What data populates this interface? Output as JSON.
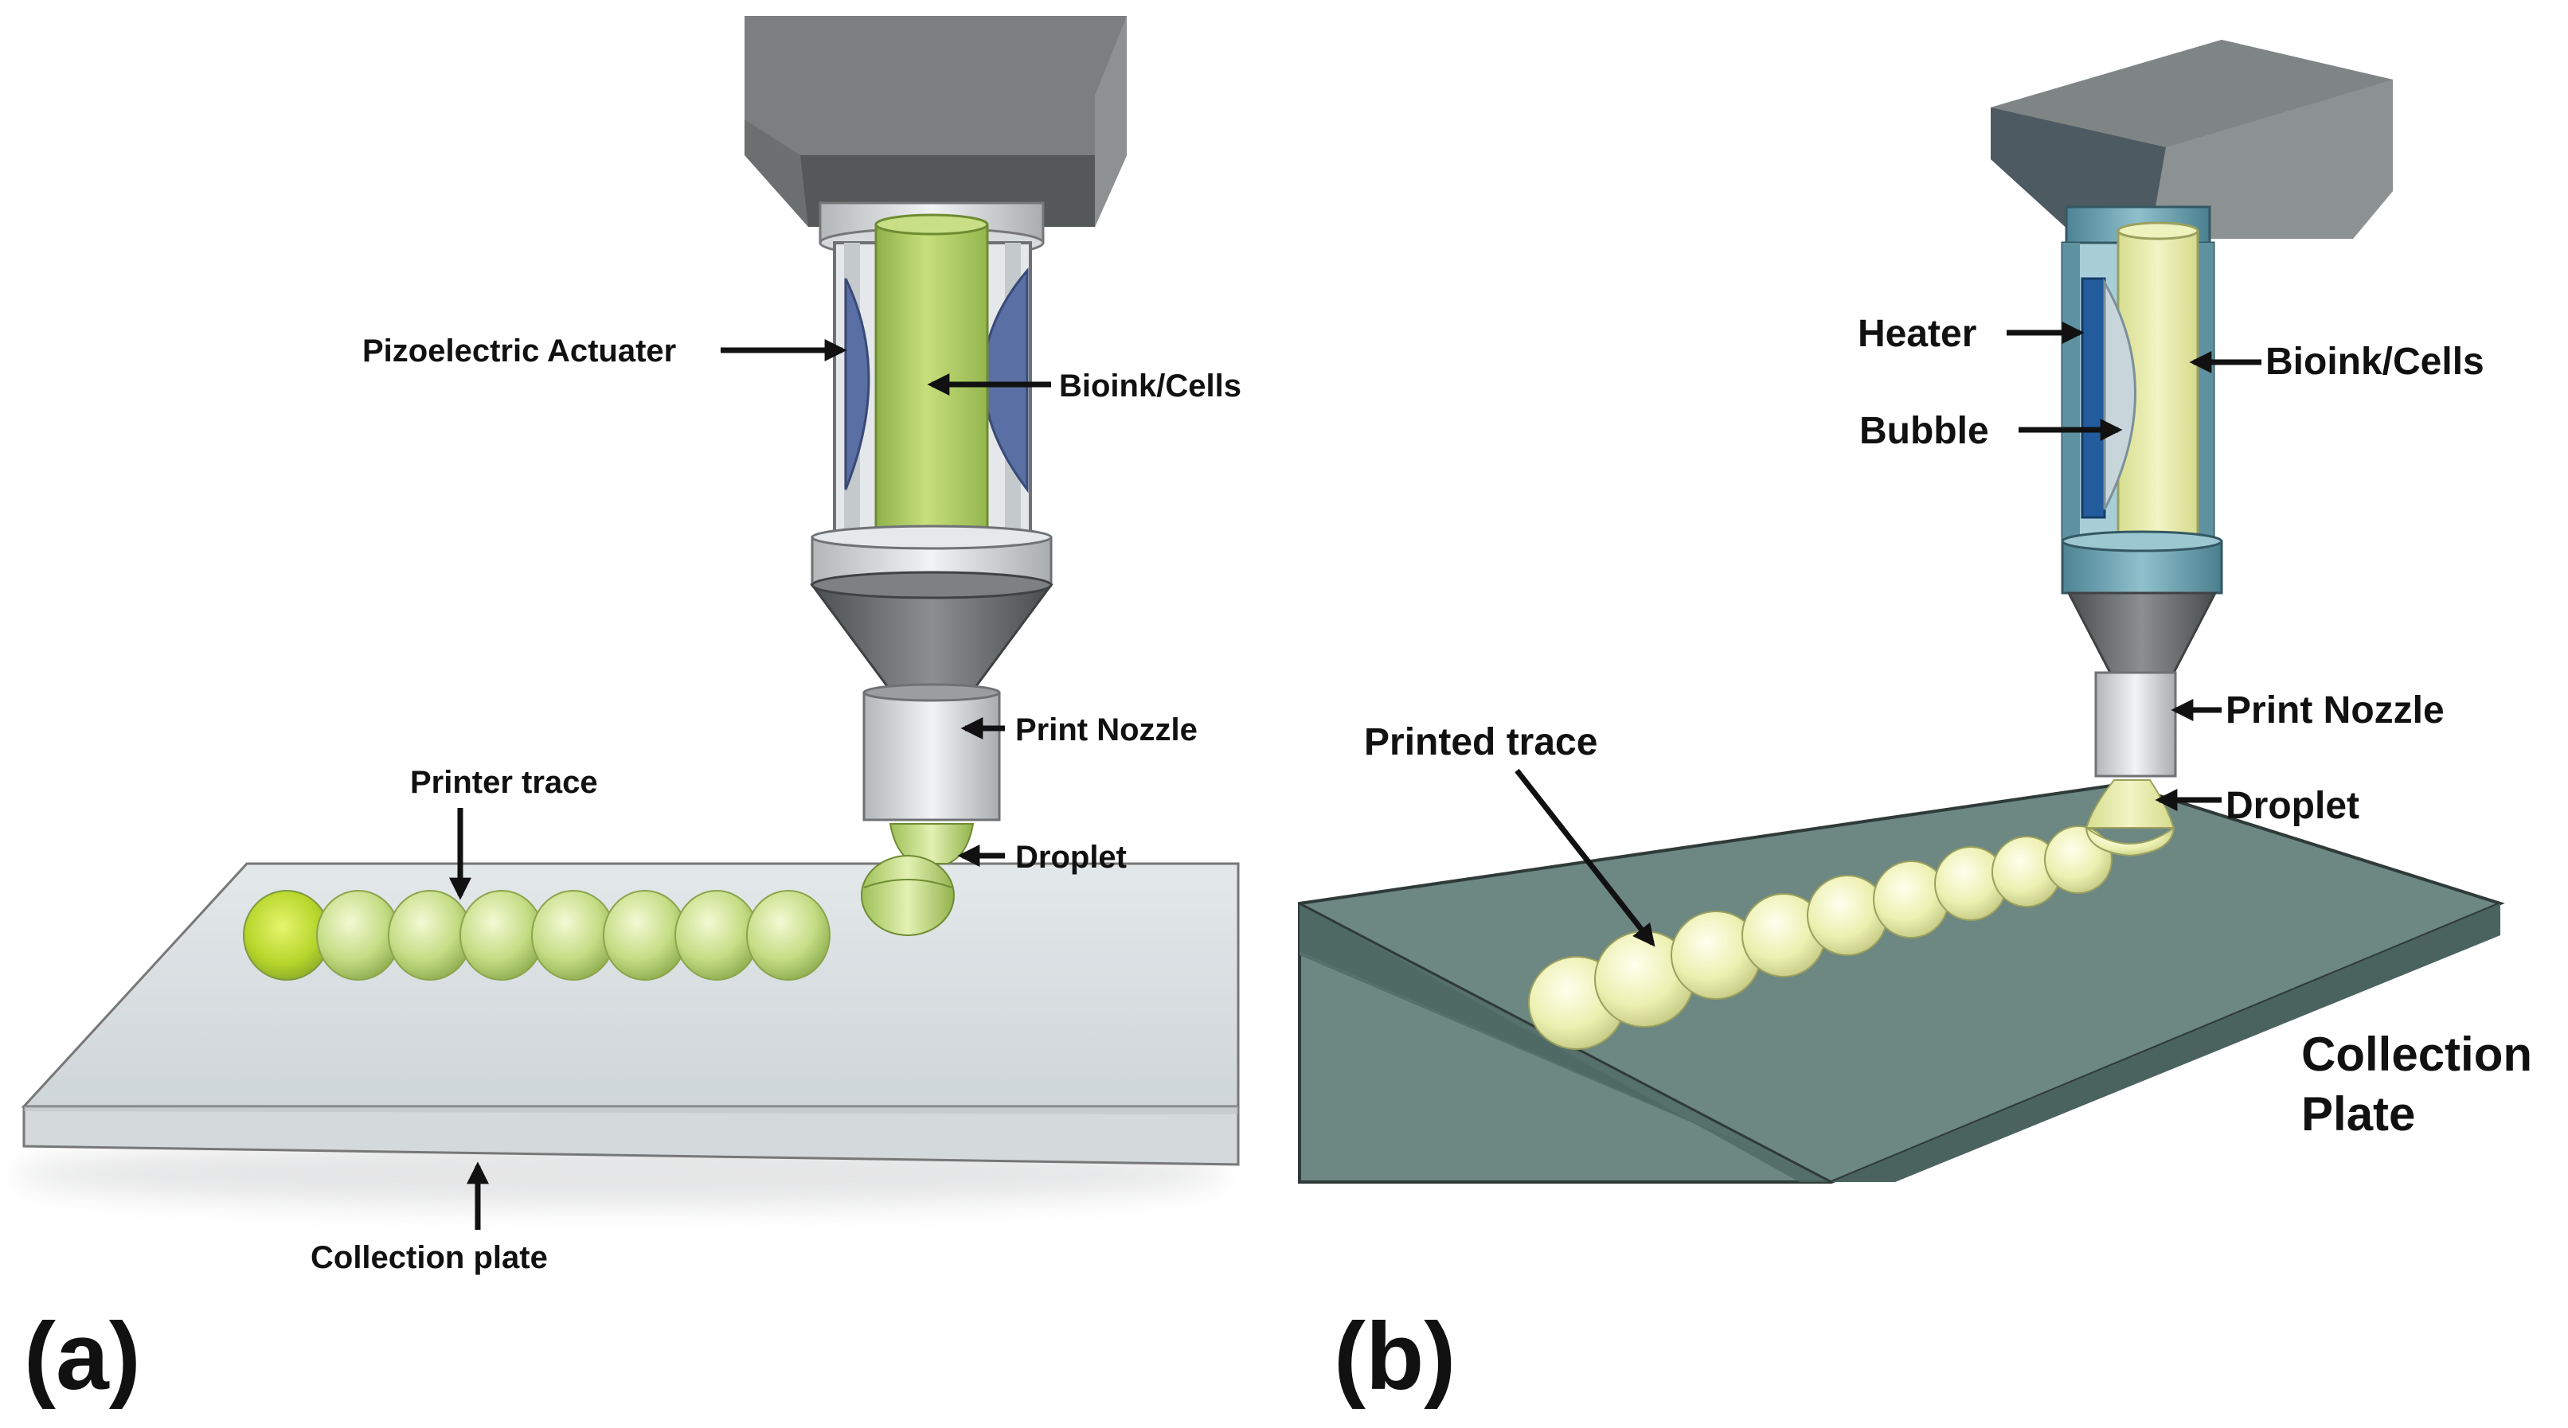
{
  "panel_a": {
    "tag": "(a)",
    "labels": {
      "actuator": "Pizoelectric Actuater",
      "bioink": "Bioink/Cells",
      "nozzle": "Print Nozzle",
      "droplet": "Droplet",
      "trace": "Printer trace",
      "plate": "Collection plate"
    }
  },
  "panel_b": {
    "tag": "(b)",
    "labels": {
      "heater": "Heater",
      "bubble": "Bubble",
      "bioink": "Bioink/Cells",
      "nozzle": "Print Nozzle",
      "droplet": "Droplet",
      "trace": "Printed trace",
      "plate_line1": "Collection",
      "plate_line2": "Plate"
    }
  },
  "colors": {
    "head_dark": "#5f6364",
    "head_light": "#8c9190",
    "bioink_a": "#b5d46a",
    "bioink_b": "#e6ecaa",
    "plate_a": "#dfe4e6",
    "plate_b": "#6b8580",
    "casing_b": "#6a9fac",
    "cone": "#6c6f70"
  }
}
